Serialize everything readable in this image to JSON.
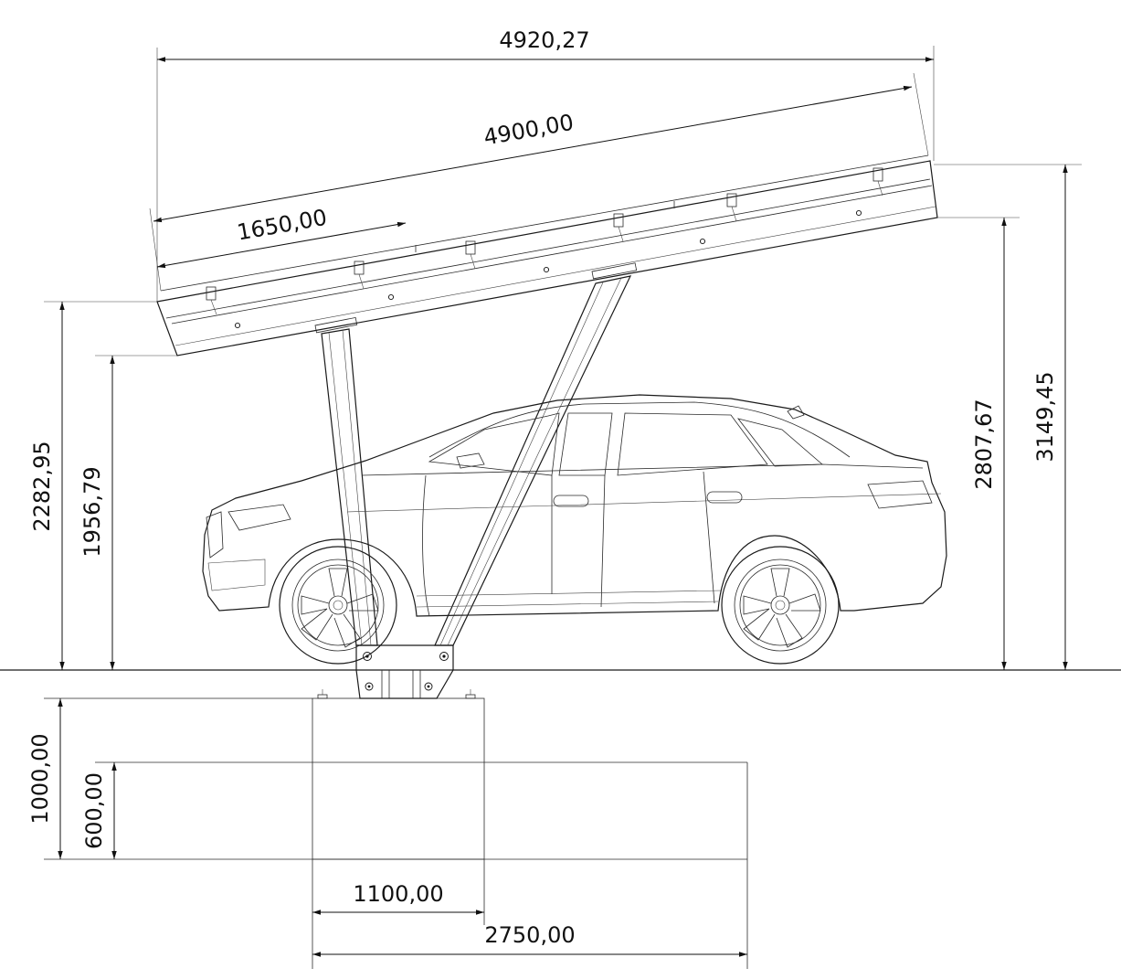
{
  "dimensions": {
    "total_width": "4920,27",
    "panel_length": "4900,00",
    "module_width": "1650,00",
    "low_edge_top_height": "2282,95",
    "low_edge_bottom_height": "1956,79",
    "high_edge_bottom_height": "2807,67",
    "high_edge_top_height": "3149,45",
    "foundation_depth": "1000,00",
    "slab_depth": "600,00",
    "foundation_width": "1100,00",
    "slab_width": "2750,00"
  }
}
